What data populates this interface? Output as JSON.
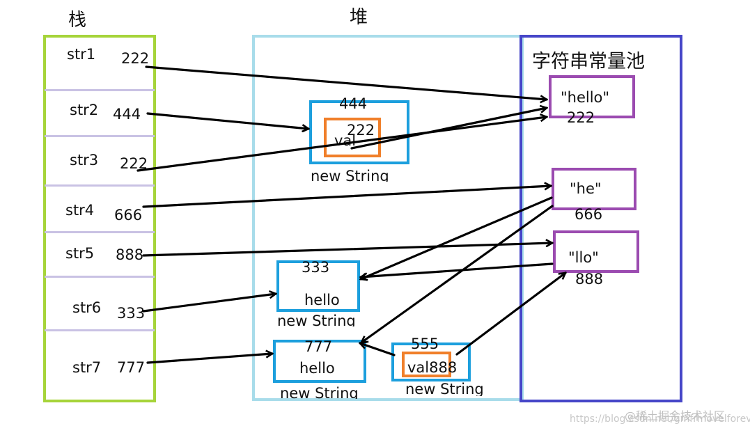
{
  "titles": {
    "stack": "栈",
    "heap": "堆",
    "pool": "字符串常量池"
  },
  "stack_vars": [
    {
      "name": "str1",
      "value": "222"
    },
    {
      "name": "str2",
      "value": "444"
    },
    {
      "name": "str3",
      "value": "222"
    },
    {
      "name": "str4",
      "value": "666"
    },
    {
      "name": "str5",
      "value": "888"
    },
    {
      "name": "str6",
      "value": "333"
    },
    {
      "name": "str7",
      "value": "777"
    }
  ],
  "heap_objects": {
    "obj444": {
      "address": "444",
      "field_address": "222",
      "field_name": "val",
      "caption": "new String"
    },
    "obj333": {
      "address": "333",
      "content": "hello",
      "caption": "new String"
    },
    "obj777": {
      "address": "777",
      "content": "hello",
      "caption": "new String"
    },
    "obj555": {
      "address": "555",
      "field_text": "val888",
      "caption": "new String"
    }
  },
  "pool_literals": {
    "hello": {
      "text": "\"hello\"",
      "address": "222"
    },
    "he": {
      "text": "\"he\"",
      "address": "666"
    },
    "llo": {
      "text": "\"llo\"",
      "address": "888"
    }
  },
  "watermark": "@稀土掘金技术社区",
  "watermark_url": "https://blog.csdn.net/gmfrmovelforever",
  "colors": {
    "stack_border": "#a6d43a",
    "heap_border": "#a8dcea",
    "pool_border": "#4646c8",
    "object_border": "#1c9fdd",
    "field_border": "#f07f2a",
    "literal_border": "#9b4bb0",
    "arrow": "#000000"
  }
}
